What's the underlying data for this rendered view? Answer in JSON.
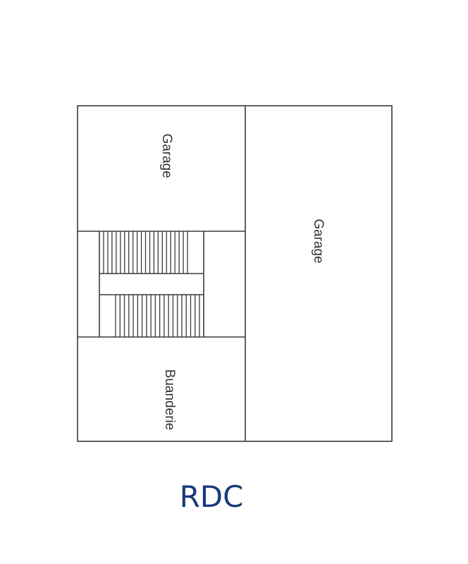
{
  "floor": {
    "title": "RDC",
    "title_color": "#1a3a7e"
  },
  "rooms": [
    {
      "label": "Garage",
      "orientation": "vertical"
    },
    {
      "label": "Garage",
      "orientation": "vertical"
    },
    {
      "label": "Buanderie",
      "orientation": "vertical"
    }
  ],
  "staircase": {
    "upper_flight_treads": 22,
    "lower_flight_treads": 21
  }
}
